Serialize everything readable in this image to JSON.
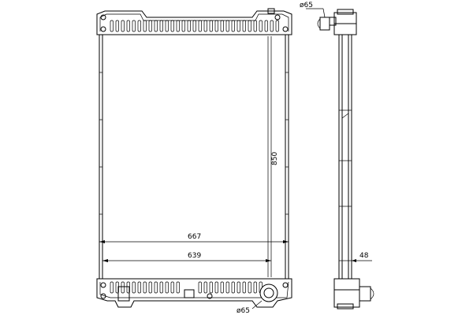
{
  "drawing": {
    "dims": {
      "width_outer": "667",
      "width_inner": "639",
      "height": "850",
      "depth": "48",
      "pipe_top": "ø65",
      "pipe_bottom": "ø65"
    }
  }
}
